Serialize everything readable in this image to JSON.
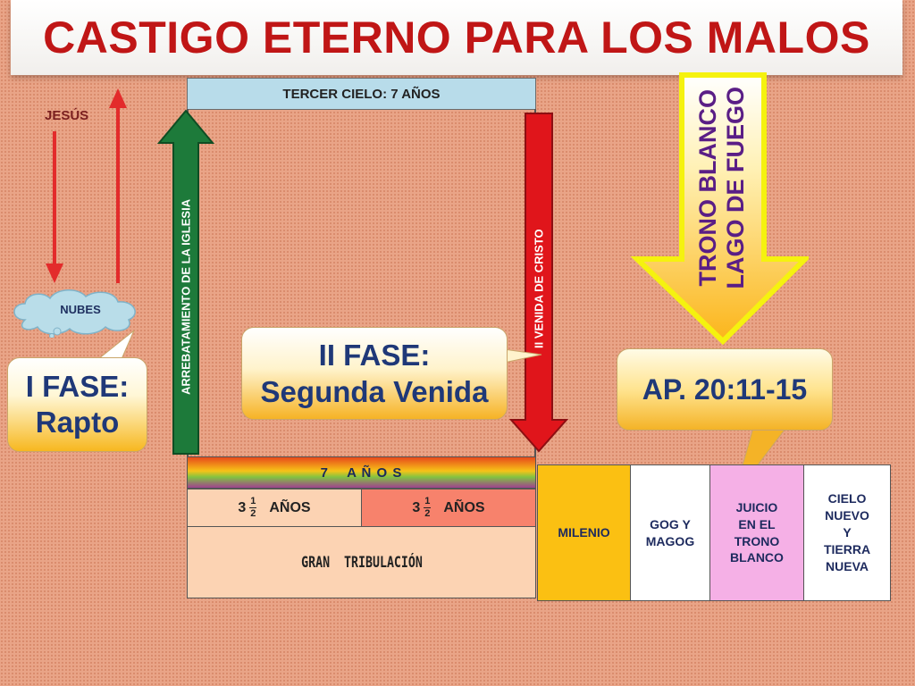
{
  "title": "CASTIGO ETERNO PARA LOS MALOS",
  "jesus_label": "JESÚS",
  "clouds_label": "NUBES",
  "top_header": "TERCER CIELO: 7 AÑOS",
  "rapture_arrow_label": "ARREBATAMIENTO DE LA IGLESIA",
  "second_coming_arrow_label": "II VENIDA DE CRISTO",
  "judgment_arrow_label": "TRONO BLANCO\nLAGO DE FUEGO",
  "phase_1": {
    "line1": "I FASE:",
    "line2": "Rapto"
  },
  "phase_2": {
    "line1": "II FASE:",
    "line2": "Segunda Venida"
  },
  "scripture_ref": "AP. 20:11-15",
  "tribulation": {
    "seven_years": "7    A Ñ O S",
    "half_left": {
      "whole": "3",
      "num": "1",
      "den": "2",
      "unit": "AÑOS"
    },
    "half_right": {
      "whole": "3",
      "num": "1",
      "den": "2",
      "unit": "AÑOS"
    },
    "name": "GRAN  TRIBULACIÓN"
  },
  "timeline": [
    {
      "label": "MILENIO",
      "color": "#fbc012"
    },
    {
      "label": "GOG Y\nMAGOG",
      "color": "#ffffff"
    },
    {
      "label": "JUICIO\nEN EL\nTRONO\nBLANCO",
      "color": "#f5b0e6"
    },
    {
      "label": "CIELO\nNUEVO\nY\nTIERRA\nNUEVA",
      "color": "#ffffff"
    }
  ],
  "colors": {
    "title_red": "#c01616",
    "rapture_arrow": "#1d7a3a",
    "second_coming_arrow": "#e0151b",
    "judgment_arrow": "#fbb51a",
    "judgment_arrow_outline": "#f5f20f",
    "small_arrows": "#e32b2b"
  }
}
